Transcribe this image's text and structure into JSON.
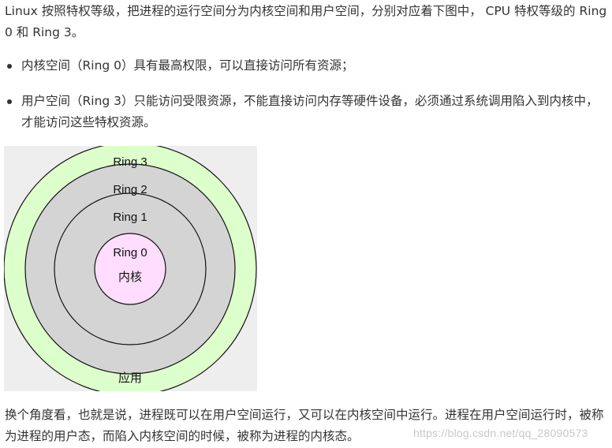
{
  "intro": "Linux 按照特权等级，把进程的运行空间分为内核空间和用户空间，分别对应着下图中， CPU 特权等级的 Ring 0 和 Ring 3。",
  "bullets": [
    "内核空间（Ring 0）具有最高权限，可以直接访问所有资源；",
    "用户空间（Ring 3）只能访问受限资源，不能直接访问内存等硬件设备，必须通过系统调用陷入到内核中，才能访问这些特权资源。"
  ],
  "diagram": {
    "ring3": "Ring 3",
    "ring2": "Ring 2",
    "ring1": "Ring 1",
    "ring0": "Ring 0",
    "kernel": "内核",
    "app": "应用",
    "colors": {
      "background": "#eeeeee",
      "ring3_fill": "#ddffcc",
      "ring2_fill": "#d4d4d4",
      "ring1_fill": "#d4d4d4",
      "ring0_fill": "#ffddff",
      "stroke": "#111111"
    }
  },
  "outro": "换个角度看，也就是说，进程既可以在用户空间运行，又可以在内核空间中运行。进程在用户空间运行时，被称为进程的用户态，而陷入内核空间的时候，被称为进程的内核态。",
  "watermark": "https://blog.csdn.net/qq_28090573"
}
